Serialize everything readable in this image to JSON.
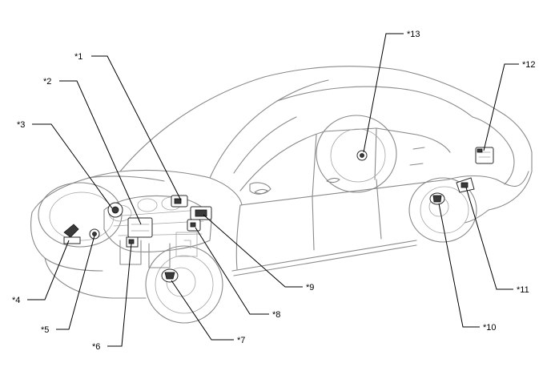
{
  "diagram": {
    "callouts": [
      {
        "id": "c1",
        "text": "*1"
      },
      {
        "id": "c2",
        "text": "*2"
      },
      {
        "id": "c3",
        "text": "*3"
      },
      {
        "id": "c4",
        "text": "*4"
      },
      {
        "id": "c5",
        "text": "*5"
      },
      {
        "id": "c6",
        "text": "*6"
      },
      {
        "id": "c7",
        "text": "*7"
      },
      {
        "id": "c8",
        "text": "*8"
      },
      {
        "id": "c9",
        "text": "*9"
      },
      {
        "id": "c10",
        "text": "*10"
      },
      {
        "id": "c11",
        "text": "*11"
      },
      {
        "id": "c12",
        "text": "*12"
      },
      {
        "id": "c13",
        "text": "*13"
      }
    ]
  }
}
